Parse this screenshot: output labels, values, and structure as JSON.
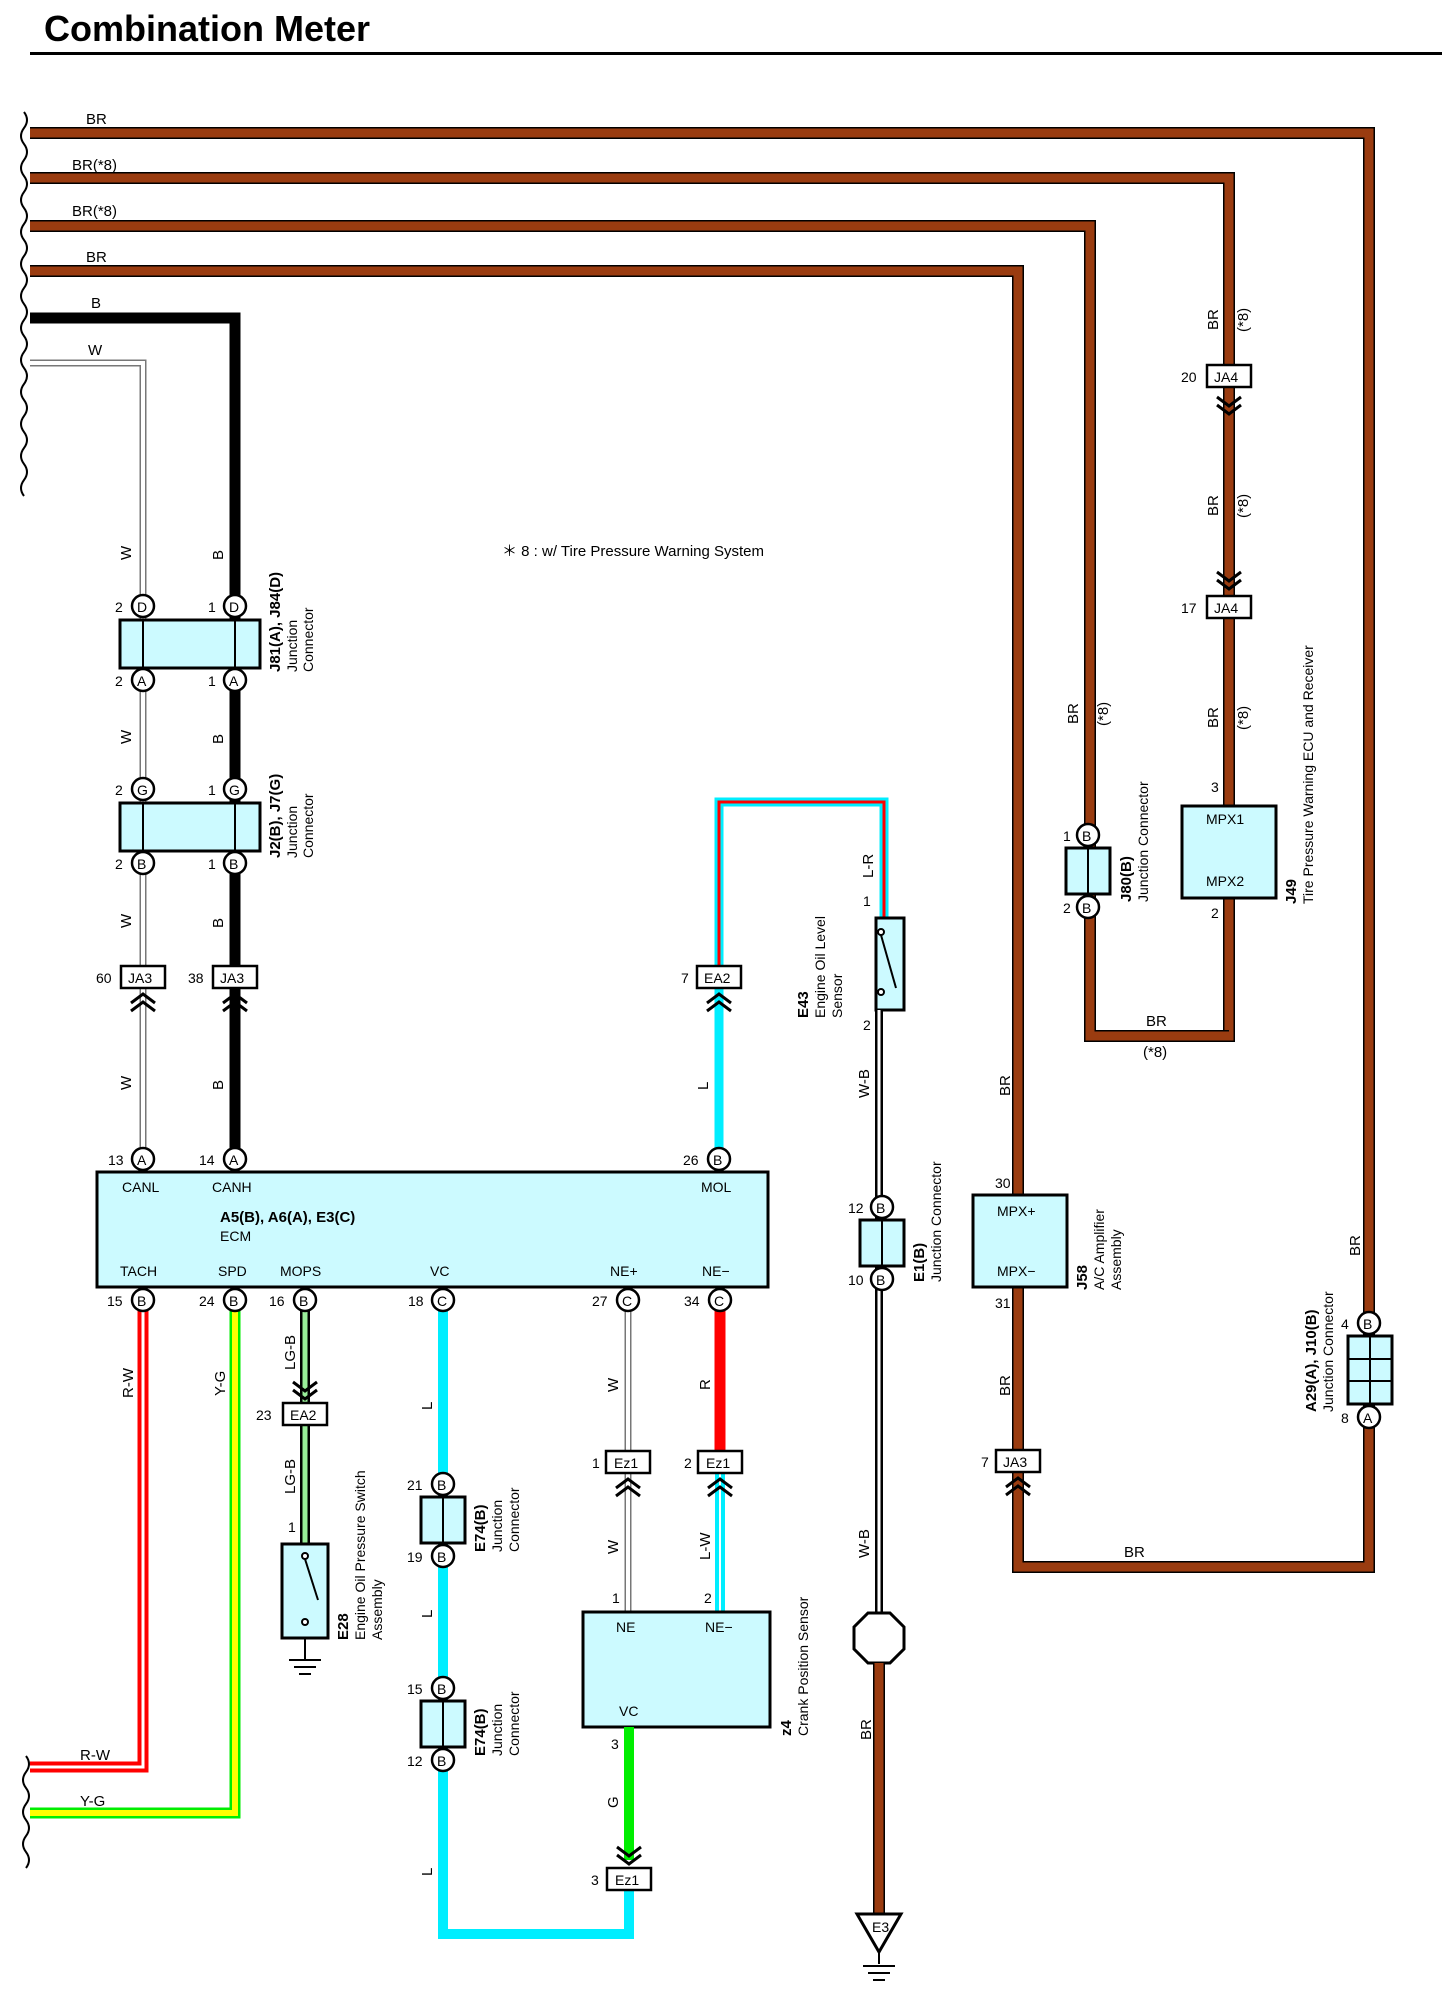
{
  "title": "Combination Meter",
  "note": "＊ 8 : w/ Tire Pressure Warning System",
  "colors": {
    "BR": "#9a3c10",
    "B": "#000000",
    "W": "#ffffff",
    "L": "#00eeff",
    "R": "#ff0000",
    "Y": "#ffff00",
    "G": "#00ee00",
    "LG": "#99ee99",
    "component_fill": "#ccfaff"
  },
  "wire_labels": {
    "br1": "BR",
    "br2": "BR(*8)",
    "br3": "BR(*8)",
    "br4": "BR",
    "b": "B",
    "w": "W",
    "rw": "R-W",
    "yg": "Y-G",
    "brj80": "BR",
    "star8_j80": "(*8)",
    "bre1": "BR",
    "brj58": "BR",
    "bra29": "BR",
    "brbot": "BR",
    "bre3": "BR"
  },
  "connectors": {
    "j81": {
      "id": "J81(A), J84(D)",
      "type": "Junction",
      "type2": "Connector"
    },
    "j2": {
      "id": "J2(B), J7(G)",
      "type": "Junction",
      "type2": "Connector"
    },
    "j80": {
      "id": "J80(B)",
      "type": "Junction Connector"
    },
    "j49": {
      "id": "J49",
      "type": "Tire Pressure Warning ECU and Receiver",
      "pin_a": "MPX1",
      "pin_b": "MPX2"
    },
    "e43": {
      "id": "E43",
      "type": "Engine Oil Level",
      "type2": "Sensor"
    },
    "e1": {
      "id": "E1(B)",
      "type": "Junction Connector"
    },
    "j58": {
      "id": "J58",
      "type": "A/C Amplifier",
      "type2": "Assembly",
      "pin_a": "MPX+",
      "pin_b": "MPX−"
    },
    "a29": {
      "id": "A29(A), J10(B)",
      "type": "Junction Connector"
    },
    "e28": {
      "id": "E28",
      "type": "Engine Oil Pressure Switch",
      "type2": "Assembly"
    },
    "e74a": {
      "id": "E74(B)",
      "type": "Junction",
      "type2": "Connector"
    },
    "e74b": {
      "id": "E74(B)",
      "type": "Junction",
      "type2": "Connector"
    },
    "z4": {
      "id": "z4",
      "type": "Crank Position Sensor",
      "pin_ne": "NE",
      "pin_ne2": "NE−",
      "pin_vc": "VC"
    },
    "e3": {
      "id": "E3"
    }
  },
  "ecm": {
    "id": "A5(B), A6(A), E3(C)",
    "name": "ECM",
    "top_pins": [
      "CANL",
      "CANH",
      "MOL"
    ],
    "bottom_pins": [
      "TACH",
      "SPD",
      "MOPS",
      "VC",
      "NE+",
      "NE−"
    ]
  },
  "inline_connectors": {
    "ja3_60": {
      "pin": "60",
      "name": "JA3"
    },
    "ja3_38": {
      "pin": "38",
      "name": "JA3"
    },
    "ea2_7": {
      "pin": "7",
      "name": "EA2"
    },
    "ja4_20": {
      "pin": "20",
      "name": "JA4"
    },
    "ja4_17": {
      "pin": "17",
      "name": "JA4"
    },
    "ea2_23": {
      "pin": "23",
      "name": "EA2"
    },
    "ez1_1": {
      "pin": "1",
      "name": "Ez1"
    },
    "ez1_2": {
      "pin": "2",
      "name": "Ez1"
    },
    "ez1_3": {
      "pin": "3",
      "name": "Ez1"
    },
    "ja3_7": {
      "pin": "7",
      "name": "JA3"
    }
  },
  "pin_numbers": {
    "j81_2d": "2",
    "j81_1d": "1",
    "j81_2a": "2",
    "j81_1a": "1",
    "j2_2g": "2",
    "j2_1g": "1",
    "j2_2b": "2",
    "j2_1b": "1",
    "ecm_13": "13",
    "ecm_14": "14",
    "ecm_26": "26",
    "ecm_15": "15",
    "ecm_24": "24",
    "ecm_16": "16",
    "ecm_18": "18",
    "ecm_27": "27",
    "ecm_34": "34",
    "j80_1": "1",
    "j80_2": "2",
    "j49_3": "3",
    "j49_2": "2",
    "e43_1": "1",
    "e43_2": "2",
    "e1_12": "12",
    "e1_10": "10",
    "j58_30": "30",
    "j58_31": "31",
    "a29_4": "4",
    "a29_8": "8",
    "e28_1": "1",
    "e74_21": "21",
    "e74_19": "19",
    "e74_15": "15",
    "e74_12": "12",
    "z4_1": "1",
    "z4_2": "2",
    "z4_3": "3"
  },
  "pin_letters": {
    "j81_d1": "D",
    "j81_d2": "D",
    "j81_a1": "A",
    "j81_a2": "A",
    "j2_g1": "G",
    "j2_g2": "G",
    "j2_b1": "B",
    "j2_b2": "B",
    "ecm_a1": "A",
    "ecm_a2": "A",
    "ecm_b26": "B",
    "ecm_b15": "B",
    "ecm_b24": "B",
    "ecm_b16": "B",
    "ecm_c18": "C",
    "ecm_c27": "C",
    "ecm_c34": "C",
    "j80_b1": "B",
    "j80_b2": "B",
    "e1_b1": "B",
    "e1_b2": "B",
    "a29_b": "B",
    "a29_a": "A",
    "e74_b1": "B",
    "e74_b2": "B",
    "e74_b3": "B",
    "e74_b4": "B"
  },
  "vertical_wire_labels": {
    "w1": "W",
    "b1": "B",
    "w2": "W",
    "b2": "B",
    "w3": "W",
    "b3": "B",
    "w4": "W",
    "b4": "B",
    "l_mol": "L",
    "lr": "L-R",
    "wb1": "W-B",
    "wb2": "W-B",
    "br_ja4a": "BR",
    "s8_a": "(*8)",
    "br_ja4b": "BR",
    "s8_b": "(*8)",
    "br_ja4c": "BR",
    "s8_c": "(*8)",
    "br_j80": "BR",
    "s8_j80": "(*8)",
    "rw_v": "R-W",
    "yg_v": "Y-G",
    "lgb1": "LG-B",
    "lgb2": "LG-B",
    "l1": "L",
    "l2": "L",
    "l3": "L",
    "w_ne1": "W",
    "w_ne2": "W",
    "r_ne": "R",
    "lw_ne": "L-W",
    "g_vc": "G"
  }
}
